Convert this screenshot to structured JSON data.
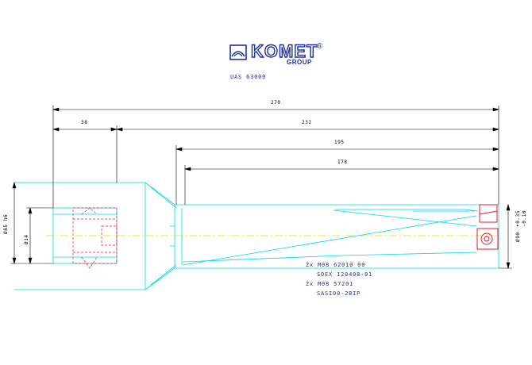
{
  "brand": {
    "name": "KOMET",
    "registered": "®",
    "group": "GROUP"
  },
  "article_number": "UAS 63000",
  "dimensions": {
    "overall_length": "270",
    "shank_length": "38",
    "body_length": "232",
    "reach_1": "195",
    "reach_2": "178",
    "shank_diameter": "Ø85 h6",
    "bore_diameter": "Ø14",
    "drill_diameter": "Ø90",
    "drill_tolerance_upper": "+0.35",
    "drill_tolerance_lower": "-0.10"
  },
  "parts_list": [
    "2x M08 62010 00",
    "SOEX 120408-01",
    "2x M08 57201",
    "SASI00-2BIP"
  ],
  "colors": {
    "outline": "#00d8e8",
    "dimension": "#000000",
    "insert": "#e8182a",
    "brand": "#1f2fa8",
    "centerline": "#e8e000"
  }
}
